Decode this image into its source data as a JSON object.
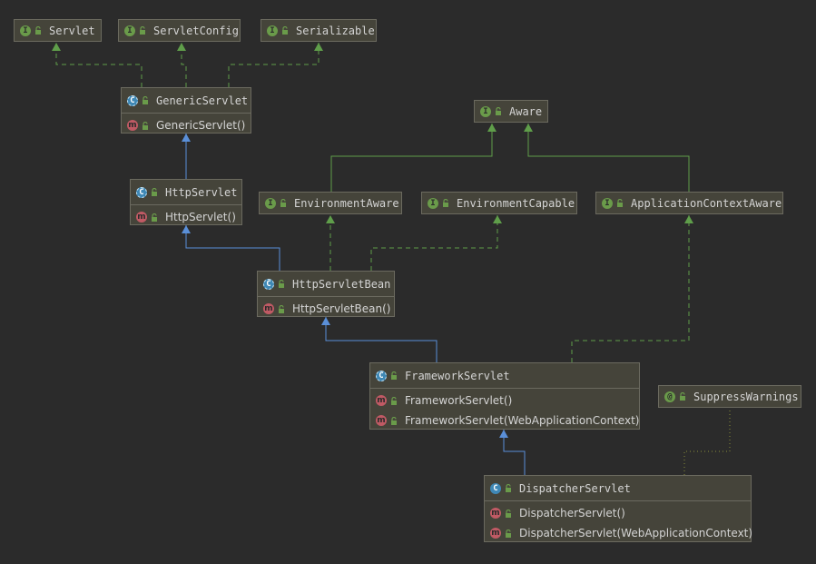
{
  "nodes": [
    {
      "key": "servlet",
      "kind": "interface",
      "badge": "I",
      "title": "Servlet",
      "members": []
    },
    {
      "key": "servlet_config",
      "kind": "interface",
      "badge": "I",
      "title": "ServletConfig",
      "members": []
    },
    {
      "key": "serializable",
      "kind": "interface",
      "badge": "I",
      "title": "Serializable",
      "members": []
    },
    {
      "key": "generic_servlet",
      "kind": "abstract-class",
      "badge": "C",
      "title": "GenericServlet",
      "members": [
        "GenericServlet()"
      ]
    },
    {
      "key": "aware",
      "kind": "interface",
      "badge": "I",
      "title": "Aware",
      "members": []
    },
    {
      "key": "http_servlet",
      "kind": "abstract-class",
      "badge": "C",
      "title": "HttpServlet",
      "members": [
        "HttpServlet()"
      ]
    },
    {
      "key": "environment_aware",
      "kind": "interface",
      "badge": "I",
      "title": "EnvironmentAware",
      "members": []
    },
    {
      "key": "environment_capable",
      "kind": "interface",
      "badge": "I",
      "title": "EnvironmentCapable",
      "members": []
    },
    {
      "key": "application_context_aware",
      "kind": "interface",
      "badge": "I",
      "title": "ApplicationContextAware",
      "members": []
    },
    {
      "key": "http_servlet_bean",
      "kind": "abstract-class",
      "badge": "C",
      "title": "HttpServletBean",
      "members": [
        "HttpServletBean()"
      ]
    },
    {
      "key": "framework_servlet",
      "kind": "abstract-class",
      "badge": "C",
      "title": "FrameworkServlet",
      "members": [
        "FrameworkServlet()",
        "FrameworkServlet(WebApplicationContext)"
      ]
    },
    {
      "key": "suppress_warnings",
      "kind": "annotation",
      "badge": "@",
      "title": "SuppressWarnings",
      "members": []
    },
    {
      "key": "dispatcher_servlet",
      "kind": "class",
      "badge": "C",
      "title": "DispatcherServlet",
      "members": [
        "DispatcherServlet()",
        "DispatcherServlet(WebApplicationContext)"
      ]
    }
  ],
  "edges": [
    {
      "from": "generic_servlet",
      "to": "servlet",
      "type": "implements"
    },
    {
      "from": "generic_servlet",
      "to": "servlet_config",
      "type": "implements"
    },
    {
      "from": "generic_servlet",
      "to": "serializable",
      "type": "implements"
    },
    {
      "from": "http_servlet",
      "to": "generic_servlet",
      "type": "extends"
    },
    {
      "from": "environment_aware",
      "to": "aware",
      "type": "interface-extends"
    },
    {
      "from": "application_context_aware",
      "to": "aware",
      "type": "interface-extends"
    },
    {
      "from": "http_servlet_bean",
      "to": "http_servlet",
      "type": "extends"
    },
    {
      "from": "http_servlet_bean",
      "to": "environment_aware",
      "type": "implements"
    },
    {
      "from": "http_servlet_bean",
      "to": "environment_capable",
      "type": "implements"
    },
    {
      "from": "framework_servlet",
      "to": "http_servlet_bean",
      "type": "extends"
    },
    {
      "from": "framework_servlet",
      "to": "application_context_aware",
      "type": "implements"
    },
    {
      "from": "dispatcher_servlet",
      "to": "framework_servlet",
      "type": "extends"
    },
    {
      "from": "dispatcher_servlet",
      "to": "suppress_warnings",
      "type": "annotated-with"
    }
  ],
  "colors": {
    "background": "#2b2b2b",
    "node_fill": "#45443a",
    "node_border": "#6b6a5f",
    "text": "#d4d4d4",
    "extends_edge": "#5a8fd8",
    "implements_edge": "#5f9e4a",
    "annotation_edge": "#8a8f3a",
    "interface_badge": "#6a9b4a",
    "class_badge": "#3f88b5",
    "method_badge": "#c05a64"
  }
}
